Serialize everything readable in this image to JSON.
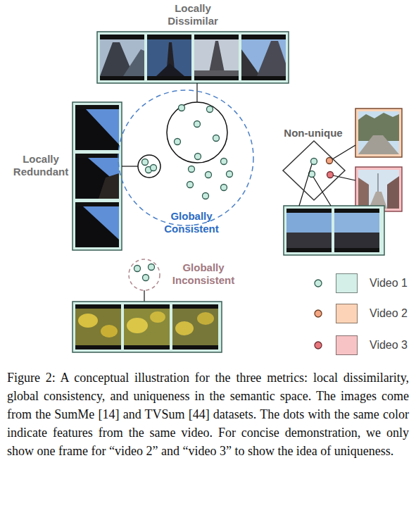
{
  "diagram": {
    "caption": "Figure 2: A conceptual illustration for the three metrics: local dissimilarity, global consistency, and uniqueness in the semantic space. The images come from the SumMe [14] and TVSum [44] datasets. The dots with the same color indicate features from the same video. For concise demonstration, we only show one frame for “video 2” and “video 3” to show the idea of uniqueness.",
    "nodes": [
      {
        "text": [
          "Locally Dissimilar"
        ]
      },
      {
        "text": [
          "Locally Redundant"
        ]
      },
      {
        "text": [
          "Globally Consistent"
        ]
      },
      {
        "text": [
          "Non-unique"
        ]
      },
      {
        "text": [
          "Globally Inconsistent"
        ]
      }
    ],
    "legend": [
      {
        "text": "Video 1",
        "color": "#d3efe7"
      },
      {
        "text": "Video 2",
        "color": "#fcd3b6"
      },
      {
        "text": "Video 3",
        "color": "#f8c3c5"
      }
    ]
  }
}
